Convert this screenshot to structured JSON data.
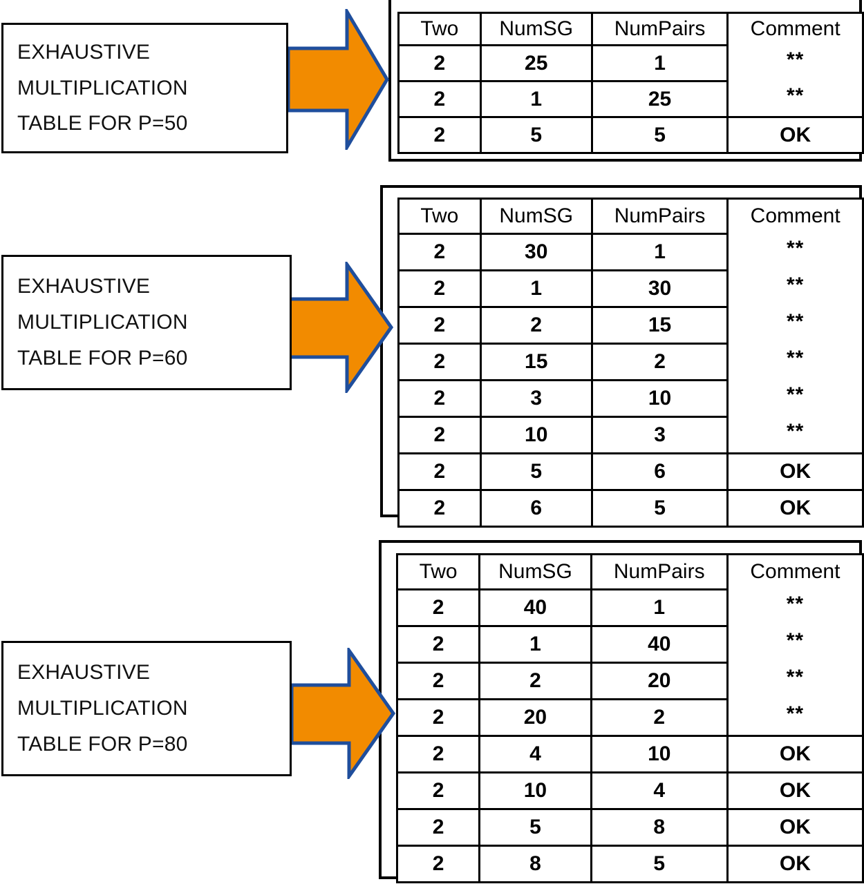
{
  "colors": {
    "arrow_fill": "#F28B00",
    "arrow_stroke": "#1F4E9C",
    "border": "#000000",
    "background": "#FFFFFF",
    "text": "#000000"
  },
  "columns": [
    "Two",
    "NumSG",
    "NumPairs",
    "Comment"
  ],
  "sections": [
    {
      "id": "p50",
      "label": {
        "line1": "EXHAUSTIVE",
        "line2": "MULTIPLICATION",
        "line3": "TABLE FOR P=50"
      },
      "arrow_name": "arrow-p50",
      "table": {
        "headers": [
          "Two",
          "NumSG",
          "NumPairs",
          "Comment"
        ],
        "rows": [
          [
            "2",
            "25",
            "1",
            "**"
          ],
          [
            "2",
            "1",
            "25",
            "**"
          ],
          [
            "2",
            "5",
            "5",
            "OK"
          ]
        ]
      }
    },
    {
      "id": "p60",
      "label": {
        "line1": "EXHAUSTIVE",
        "line2": "MULTIPLICATION",
        "line3": "TABLE FOR P=60"
      },
      "arrow_name": "arrow-p60",
      "table": {
        "headers": [
          "Two",
          "NumSG",
          "NumPairs",
          "Comment"
        ],
        "rows": [
          [
            "2",
            "30",
            "1",
            "**"
          ],
          [
            "2",
            "1",
            "30",
            "**"
          ],
          [
            "2",
            "2",
            "15",
            "**"
          ],
          [
            "2",
            "15",
            "2",
            "**"
          ],
          [
            "2",
            "3",
            "10",
            "**"
          ],
          [
            "2",
            "10",
            "3",
            "**"
          ],
          [
            "2",
            "5",
            "6",
            "OK"
          ],
          [
            "2",
            "6",
            "5",
            "OK"
          ]
        ]
      }
    },
    {
      "id": "p80",
      "label": {
        "line1": "EXHAUSTIVE",
        "line2": "MULTIPLICATION",
        "line3": "TABLE FOR P=80"
      },
      "arrow_name": "arrow-p80",
      "table": {
        "headers": [
          "Two",
          "NumSG",
          "NumPairs",
          "Comment"
        ],
        "rows": [
          [
            "2",
            "40",
            "1",
            "**"
          ],
          [
            "2",
            "1",
            "40",
            "**"
          ],
          [
            "2",
            "2",
            "20",
            "**"
          ],
          [
            "2",
            "20",
            "2",
            "**"
          ],
          [
            "2",
            "4",
            "10",
            "OK"
          ],
          [
            "2",
            "10",
            "4",
            "OK"
          ],
          [
            "2",
            "5",
            "8",
            "OK"
          ],
          [
            "2",
            "8",
            "5",
            "OK"
          ]
        ]
      }
    }
  ]
}
